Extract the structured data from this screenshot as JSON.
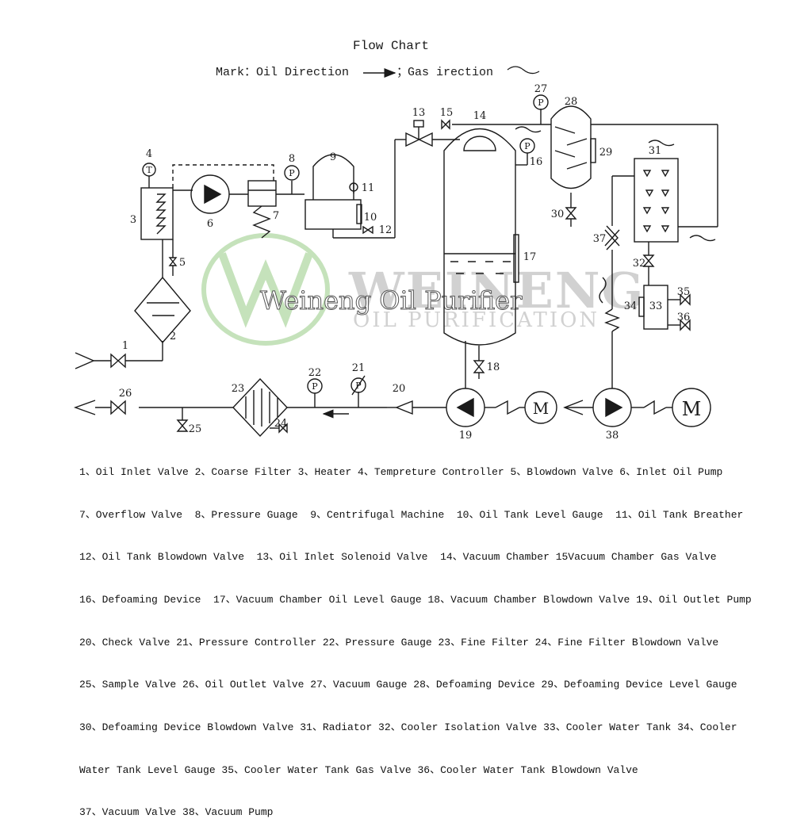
{
  "title": "Flow Chart",
  "mark": {
    "prefix": "Mark：Oil Direction",
    "separator": "；",
    "gas_label": "Gas irection"
  },
  "watermark": {
    "main": "Weineng Oil Purifier",
    "brand": "WEINENG",
    "brand_sub": "OIL PURIFICATION"
  },
  "numbers": {
    "n1": "1",
    "n2": "2",
    "n3": "3",
    "n4": "4",
    "n5": "5",
    "n6": "6",
    "n7": "7",
    "n8": "8",
    "n9": "9",
    "n10": "10",
    "n11": "11",
    "n12": "12",
    "n13": "13",
    "n14": "14",
    "n15": "15",
    "n16": "16",
    "n17": "17",
    "n18": "18",
    "n19": "19",
    "n20": "20",
    "n21": "21",
    "n22": "22",
    "n23": "23",
    "n24": "24",
    "n25": "25",
    "n26": "26",
    "n27": "27",
    "n28": "28",
    "n29": "29",
    "n30": "30",
    "n31": "31",
    "n32": "32",
    "n33": "33",
    "n34": "34",
    "n35": "35",
    "n36": "36",
    "n37": "37",
    "n38": "38"
  },
  "symbols": {
    "thermo": "T",
    "pressure": "P",
    "motor": "M"
  },
  "legend_lines": [
    "1、Oil Inlet Valve 2、Coarse Filter 3、Heater 4、Tempreture Controller 5、Blowdown Valve 6、Inlet Oil Pump",
    "7、Overflow Valve  8、Pressure Guage  9、Centrifugal Machine  10、Oil Tank Level Gauge  11、Oil Tank Breather",
    "12、Oil Tank Blowdown Valve  13、Oil Inlet Solenoid Valve  14、Vacuum Chamber 15Vacuum Chamber Gas Valve",
    "16、Defoaming Device  17、Vacuum Chamber Oil Level Gauge 18、Vacuum Chamber Blowdown Valve 19、Oil Outlet Pump",
    "20、Check Valve 21、Pressure Controller 22、Pressure Gauge 23、Fine Filter 24、Fine Filter Blowdown Valve",
    "25、Sample Valve 26、Oil Outlet Valve 27、Vacuum Gauge 28、Defoaming Device 29、Defoaming Device Level Gauge",
    "30、Defoaming Device Blowdown Valve 31、Radiator 32、Cooler Isolation Valve 33、Cooler Water Tank 34、Cooler",
    "Water Tank Level Gauge 35、Cooler Water Tank Gas Valve 36、Cooler Water Tank Blowdown Valve",
    "37、Vacuum Valve 38、Vacuum Pump"
  ],
  "colors": {
    "line": "#1a1a1a",
    "watermark_green": "#7fbf6a",
    "watermark_grey": "#9a9a9a"
  }
}
